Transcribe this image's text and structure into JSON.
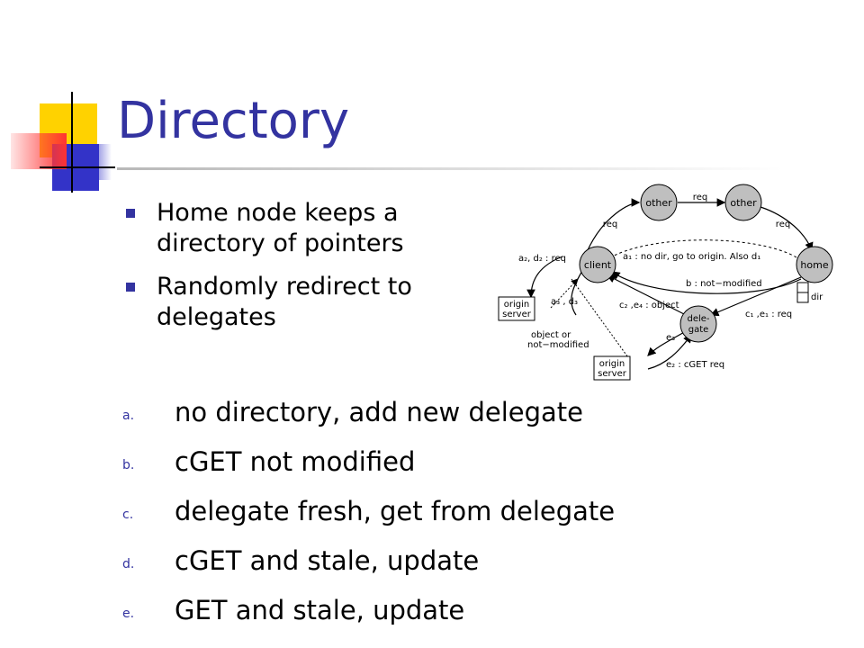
{
  "slide": {
    "title": "Directory",
    "bullets": [
      {
        "text": "Home node keeps a\ndirectory of pointers"
      },
      {
        "text": "Randomly redirect to\ndelegates"
      }
    ],
    "steps": [
      {
        "marker": "a.",
        "text": "no directory, add new delegate"
      },
      {
        "marker": "b.",
        "text": "cGET not modified"
      },
      {
        "marker": "c.",
        "text": "delegate fresh, get from delegate"
      },
      {
        "marker": "d.",
        "text": "cGET and stale, update"
      },
      {
        "marker": "e.",
        "text": "GET and stale, update"
      }
    ]
  },
  "diagram": {
    "nodes": {
      "other_left": "other",
      "other_right": "other",
      "client": "client",
      "home": "home",
      "delegate_line1": "dele-",
      "delegate_line2": "gate",
      "origin_top_line1": "origin",
      "origin_top_line2": "server",
      "origin_bottom_line1": "origin",
      "origin_bottom_line2": "server",
      "dir": "dir"
    },
    "edges": {
      "req_top": "req",
      "req_left": "req",
      "req_right": "req",
      "a2d2": "a₂, d₂ : req",
      "a1": "a₁ : no dir, go to origin. Also d₁",
      "b": "b : not−modified",
      "a3d3": "a₃ , d₃",
      "c2e4": "c₂ ,e₄ : object",
      "c1e1": "c₁ ,e₁ : req",
      "object_or_line1": "object or",
      "object_or_line2": "not−modified",
      "e3": "e₃",
      "e2": "e₂ : cGET req"
    },
    "colors": {
      "node_fill": "#bfbfbf",
      "title": "#3333a0",
      "deco_yellow": "#ffd200",
      "deco_blue": "#3333c8",
      "deco_red": "#ff3333"
    }
  }
}
